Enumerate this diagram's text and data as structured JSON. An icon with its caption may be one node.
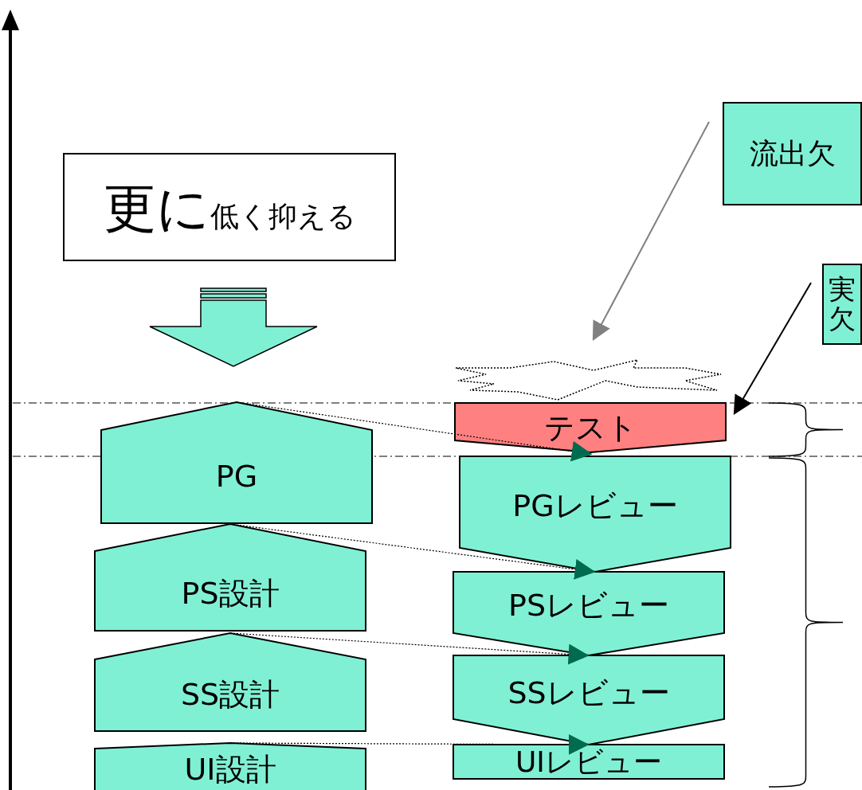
{
  "diagram": {
    "nodes": [
      {
        "text": [
          "更に",
          "低く抑える"
        ]
      },
      {
        "text": [
          "流出欠"
        ]
      },
      {
        "text": [
          "実欠"
        ]
      },
      {
        "text": [],
        "shape": "burst"
      },
      {
        "text": [
          "テスト"
        ]
      },
      {
        "text": [
          "PG"
        ]
      },
      {
        "text": [
          "PS設計"
        ]
      },
      {
        "text": [
          "SS設計"
        ]
      },
      {
        "text": [
          "UI設計"
        ]
      },
      {
        "text": [
          "PGレビュー"
        ]
      },
      {
        "text": [
          "PSレビュー"
        ]
      },
      {
        "text": [
          "SSレビュー"
        ]
      },
      {
        "text": [
          "UIレビュー"
        ]
      }
    ],
    "edges": [
      {
        "from": 1,
        "to": 3,
        "arrow": "to",
        "color": "#808080"
      },
      {
        "from": 2,
        "to": 4,
        "arrow": "to"
      },
      {
        "from": 5,
        "to": 4,
        "arrow": "to",
        "style": "dashed"
      },
      {
        "from": 6,
        "to": 9,
        "arrow": "to",
        "style": "dashed"
      },
      {
        "from": 7,
        "to": 10,
        "arrow": "to",
        "style": "dashed"
      },
      {
        "from": 8,
        "to": 11,
        "arrow": "to",
        "style": "dashed"
      }
    ]
  }
}
